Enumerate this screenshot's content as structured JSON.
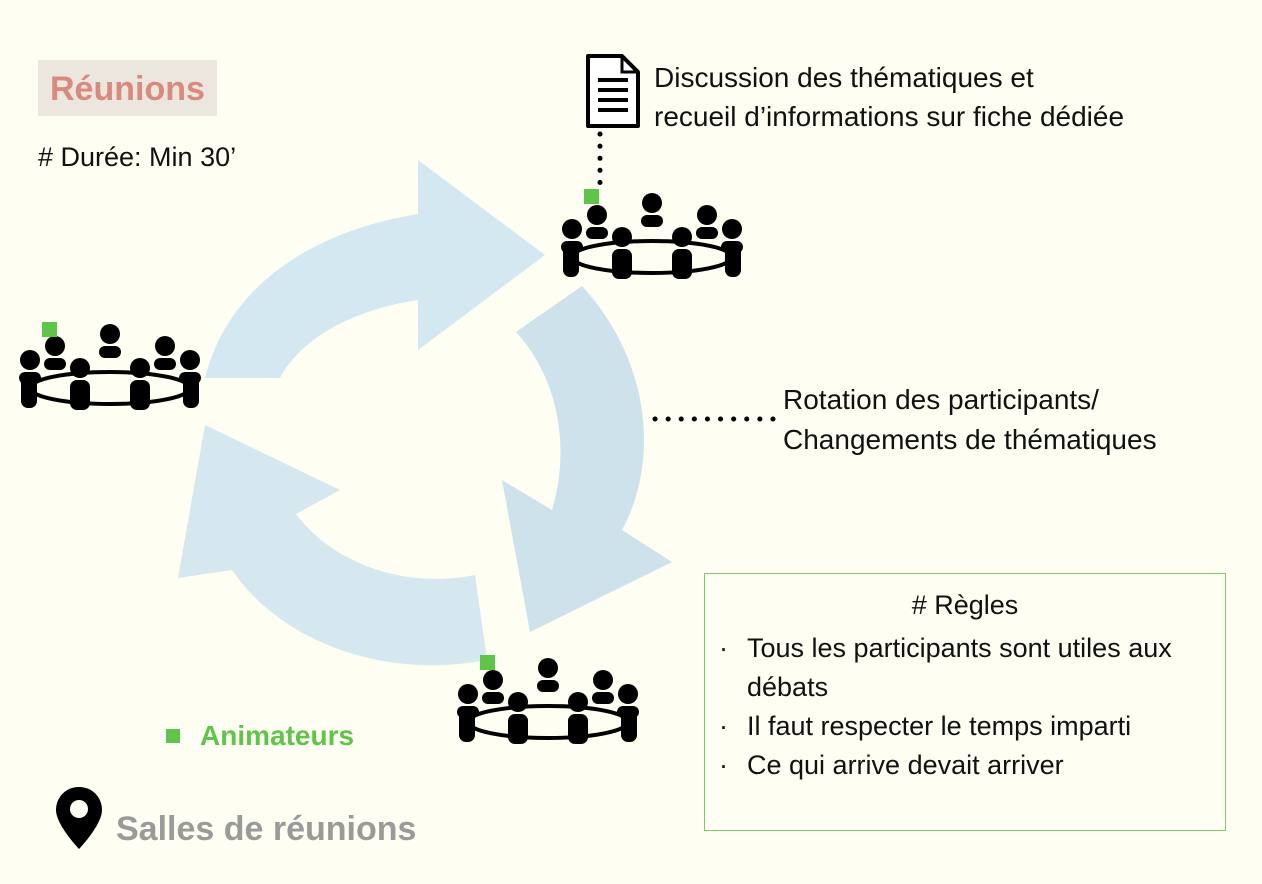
{
  "header": {
    "title": "Réunions",
    "duration": "# Durée: Min 30’"
  },
  "notes": {
    "discussion_line1": "Discussion des thématiques et",
    "discussion_line2": "recueil d’informations sur fiche dédiée",
    "rotation_line1": "Rotation des participants/",
    "rotation_line2": "Changements de thématiques"
  },
  "rules": {
    "title": "# Règles",
    "bullet": "·",
    "items": [
      "Tous les participants sont utiles aux débats",
      "Il faut respecter le temps imparti",
      "Ce qui arrive devait arriver"
    ]
  },
  "legend": {
    "label": "Animateurs",
    "color": "#5ec44a"
  },
  "location": {
    "label": "Salles de réunions",
    "icon": "map-pin-icon"
  },
  "colors": {
    "background": "#fefef3",
    "title_text": "#d98a7e",
    "title_bg": "#ebe6de",
    "arrow": "#cfe4ec",
    "rules_border": "#7fc86f"
  },
  "icons": [
    "document-icon",
    "meeting-table-icon",
    "map-pin-icon"
  ]
}
